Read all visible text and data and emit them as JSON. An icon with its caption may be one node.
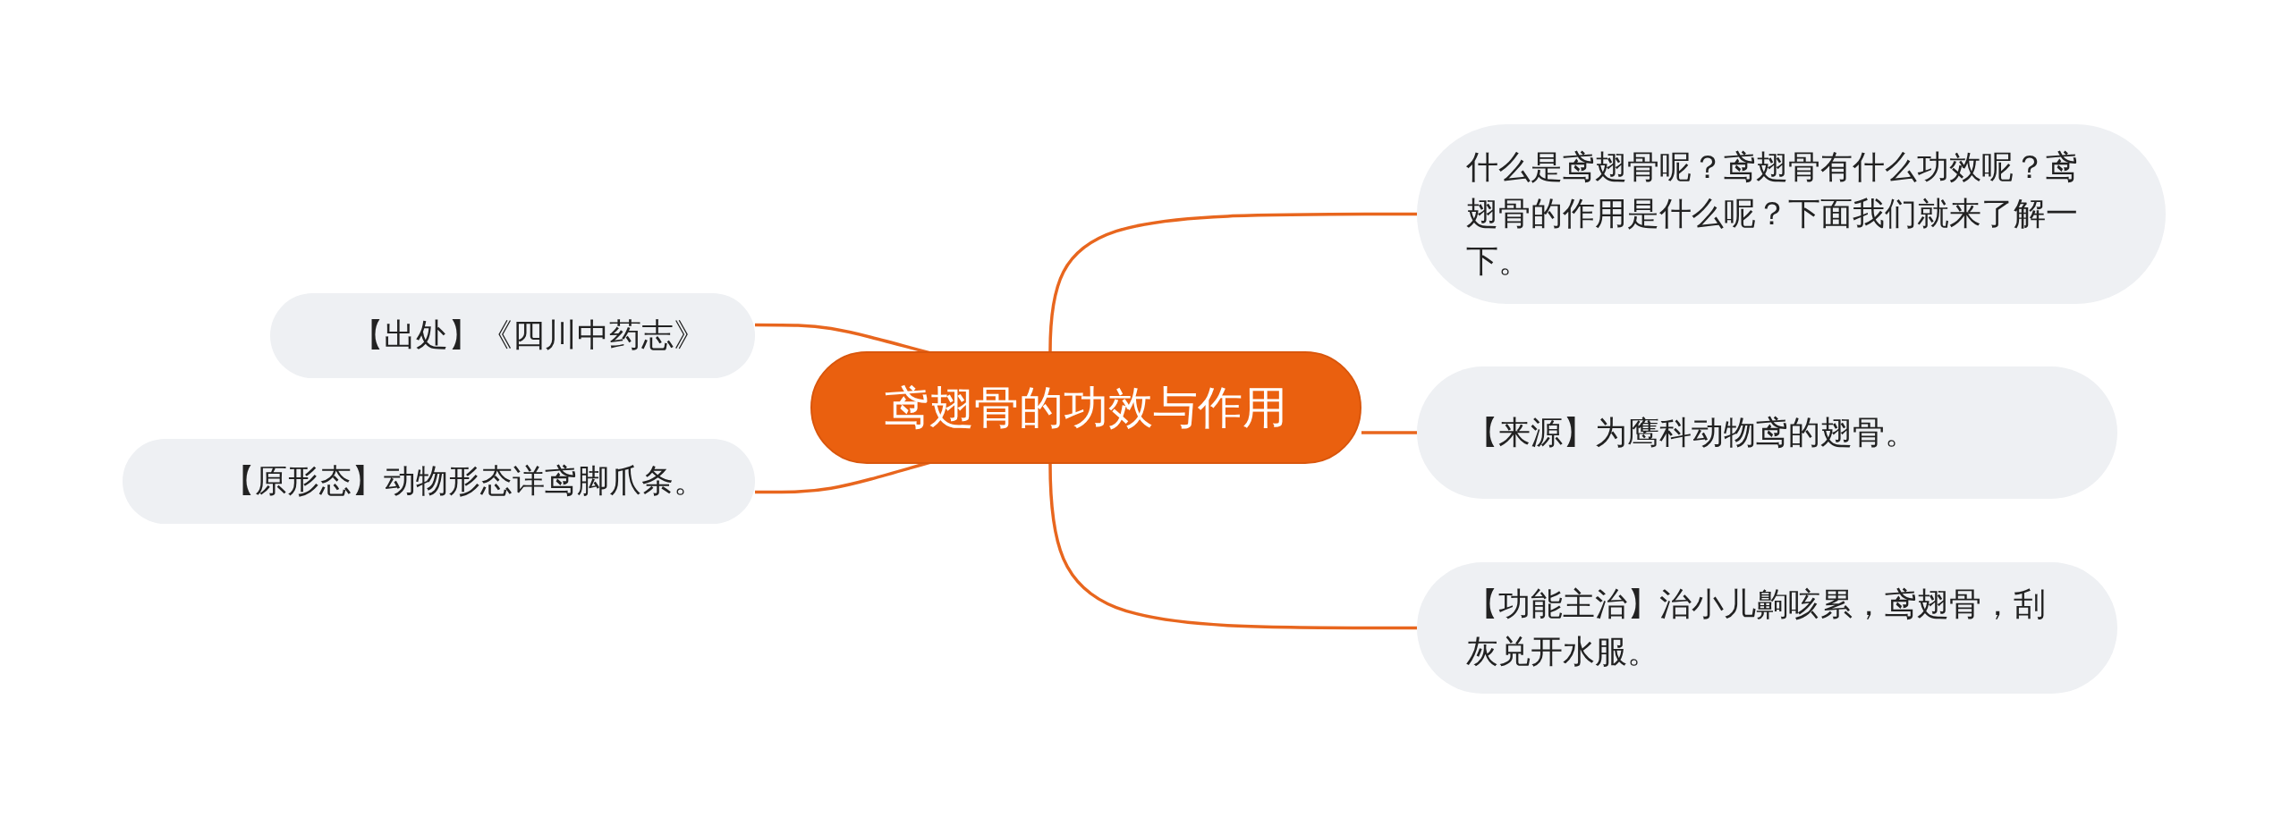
{
  "diagram": {
    "nodes": [
      {
        "text": [
          "鸢翅骨的功效与作用"
        ]
      },
      {
        "text": [
          "什么是鸢翅骨呢？鸢翅骨有什么功效呢？鸢翅骨的作用是什么呢？下面我们就来了解一下。"
        ]
      },
      {
        "text": [
          "【来源】为鹰科动物鸢的翅骨。"
        ]
      },
      {
        "text": [
          "【功能主治】治小儿齁咳累，鸢翅骨，刮灰兑开水服。"
        ]
      },
      {
        "text": [
          "【出处】《四川中药志》"
        ]
      },
      {
        "text": [
          "【原形态】动物形态详鸢脚爪条。"
        ]
      }
    ],
    "edges": [
      {
        "from": 0,
        "to": 1,
        "arrow": "none"
      },
      {
        "from": 0,
        "to": 2,
        "arrow": "none"
      },
      {
        "from": 0,
        "to": 3,
        "arrow": "none"
      },
      {
        "from": 0,
        "to": 4,
        "arrow": "none"
      },
      {
        "from": 0,
        "to": 5,
        "arrow": "none"
      }
    ]
  }
}
